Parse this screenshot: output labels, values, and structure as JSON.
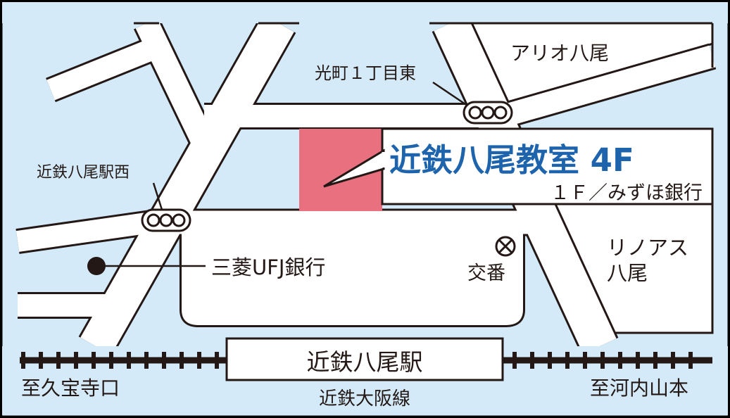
{
  "colors": {
    "background": "#d4eaf8",
    "building": "#e8707f",
    "title": "#1d64ad",
    "ink": "#231815"
  },
  "destination": {
    "title": "近鉄八尾教室 4F",
    "subtitle": "１Ｆ／みずほ銀行"
  },
  "landmarks": {
    "signal_east": "光町１丁目東",
    "signal_west": "近鉄八尾駅西",
    "ario": "アリオ八尾",
    "bank": "三菱UFJ銀行",
    "police": "交番",
    "linoas_1": "リノアス",
    "linoas_2": "八尾"
  },
  "railway": {
    "station": "近鉄八尾駅",
    "line": "近鉄大阪線",
    "to_west": "至久宝寺口",
    "to_east": "至河内山本"
  },
  "icons": {
    "signal": "traffic-signal-icon",
    "police": "police-box-icon",
    "bank": "bank-dot-icon"
  }
}
